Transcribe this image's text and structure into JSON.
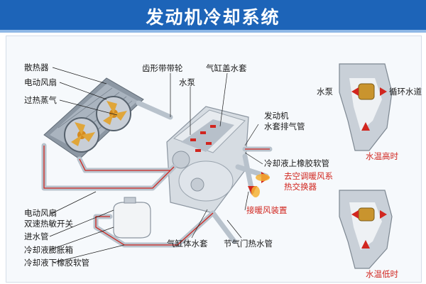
{
  "title": "发动机冷却系统",
  "labels": {
    "radiator": "散热器",
    "electric_fan": "电动风扇",
    "overheated_steam": "过热蒸气",
    "timing_belt_pulley": "齿形带带轮",
    "water_pump": "水泵",
    "cylinder_head_jacket": "气缸盖水套",
    "engine_jacket_outlet_line1": "发动机",
    "engine_jacket_outlet_line2": "水套排气管",
    "upper_hose": "冷却液上橡胶软管",
    "to_heater_line1": "去空调暖风系",
    "to_heater_line2": "热交换器",
    "from_heater": "接暖风装置",
    "fan_switch_line1": "电动风扇",
    "fan_switch_line2": "双速热敏开关",
    "inlet_pipe": "进水管",
    "expansion_tank": "冷却液膨胀箱",
    "lower_hose": "冷却液下橡胶软管",
    "cylinder_block_jacket": "气缸体水套",
    "thermostat_pipe": "节气门热水管",
    "inset_water_pump": "水泵",
    "circulation_channel": "循环水道",
    "water_temp_high": "水温高时",
    "water_temp_low": "水温低时"
  },
  "colors": {
    "header": "#1d64b8",
    "hot_flow": "#d1261f",
    "pipe": "#b8c2cc",
    "label_red": "#d1261f"
  }
}
